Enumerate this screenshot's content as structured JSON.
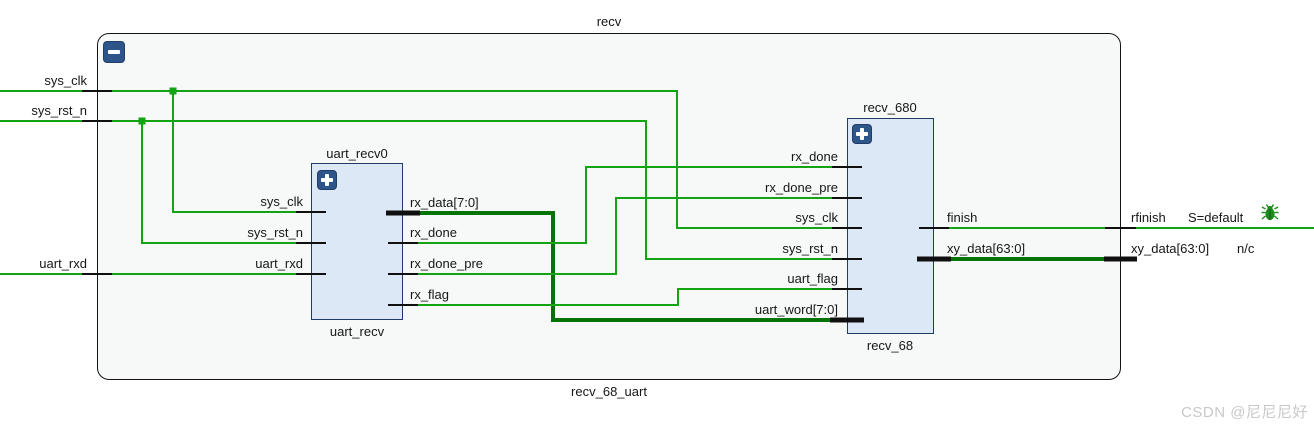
{
  "module": {
    "title": "recv",
    "instance_label": "recv_68_uart"
  },
  "external_ports": {
    "left": [
      {
        "label": "sys_clk"
      },
      {
        "label": "sys_rst_n"
      },
      {
        "label": "uart_rxd"
      }
    ],
    "right": [
      {
        "label": "rfinish",
        "annotation": "S=default",
        "has_debug_mark": true
      },
      {
        "label": "xy_data[63:0]",
        "annotation": "n/c",
        "has_debug_mark": false
      }
    ]
  },
  "blocks": [
    {
      "title": "uart_recv0",
      "instance_label": "uart_recv",
      "pins_left": [
        {
          "label": "sys_clk"
        },
        {
          "label": "sys_rst_n"
        },
        {
          "label": "uart_rxd"
        }
      ],
      "pins_right": [
        {
          "label": "rx_data[7:0]"
        },
        {
          "label": "rx_done"
        },
        {
          "label": "rx_done_pre"
        },
        {
          "label": "rx_flag"
        }
      ]
    },
    {
      "title": "recv_680",
      "instance_label": "recv_68",
      "pins_left": [
        {
          "label": "rx_done"
        },
        {
          "label": "rx_done_pre"
        },
        {
          "label": "sys_clk"
        },
        {
          "label": "sys_rst_n"
        },
        {
          "label": "uart_flag"
        },
        {
          "label": "uart_word[7:0]"
        }
      ],
      "pins_right": [
        {
          "label": "finish"
        },
        {
          "label": "xy_data[63:0]"
        }
      ]
    }
  ],
  "nets": [
    {
      "name": "sys_clk",
      "type": "wire",
      "connects": [
        "port:sys_clk",
        "uart_recv0.sys_clk",
        "recv_680.sys_clk"
      ]
    },
    {
      "name": "sys_rst_n",
      "type": "wire",
      "connects": [
        "port:sys_rst_n",
        "uart_recv0.sys_rst_n",
        "recv_680.sys_rst_n"
      ]
    },
    {
      "name": "uart_rxd",
      "type": "wire",
      "connects": [
        "port:uart_rxd",
        "uart_recv0.uart_rxd"
      ]
    },
    {
      "name": "rx_data",
      "type": "bus",
      "connects": [
        "uart_recv0.rx_data[7:0]",
        "recv_680.uart_word[7:0]"
      ]
    },
    {
      "name": "rx_done",
      "type": "wire",
      "connects": [
        "uart_recv0.rx_done",
        "recv_680.rx_done"
      ]
    },
    {
      "name": "rx_done_pre",
      "type": "wire",
      "connects": [
        "uart_recv0.rx_done_pre",
        "recv_680.rx_done_pre"
      ]
    },
    {
      "name": "rx_flag",
      "type": "wire",
      "connects": [
        "uart_recv0.rx_flag",
        "recv_680.uart_flag"
      ]
    },
    {
      "name": "finish",
      "type": "wire",
      "connects": [
        "recv_680.finish",
        "port:rfinish"
      ]
    },
    {
      "name": "xy_data",
      "type": "bus",
      "connects": [
        "recv_680.xy_data[63:0]",
        "port:xy_data[63:0] (n/c)"
      ]
    }
  ],
  "watermark": "CSDN @尼尼尼好",
  "colors": {
    "net": "#12a412",
    "bus": "#067306",
    "block_fill": "#dce8f6",
    "block_border": "#1d3b66",
    "boundary_fill": "#f7f8f8",
    "boundary_border": "#141414",
    "button_bg": "#2e5589",
    "watermark": "#c8c8c8",
    "debug_mark": "#1c8a1c"
  }
}
